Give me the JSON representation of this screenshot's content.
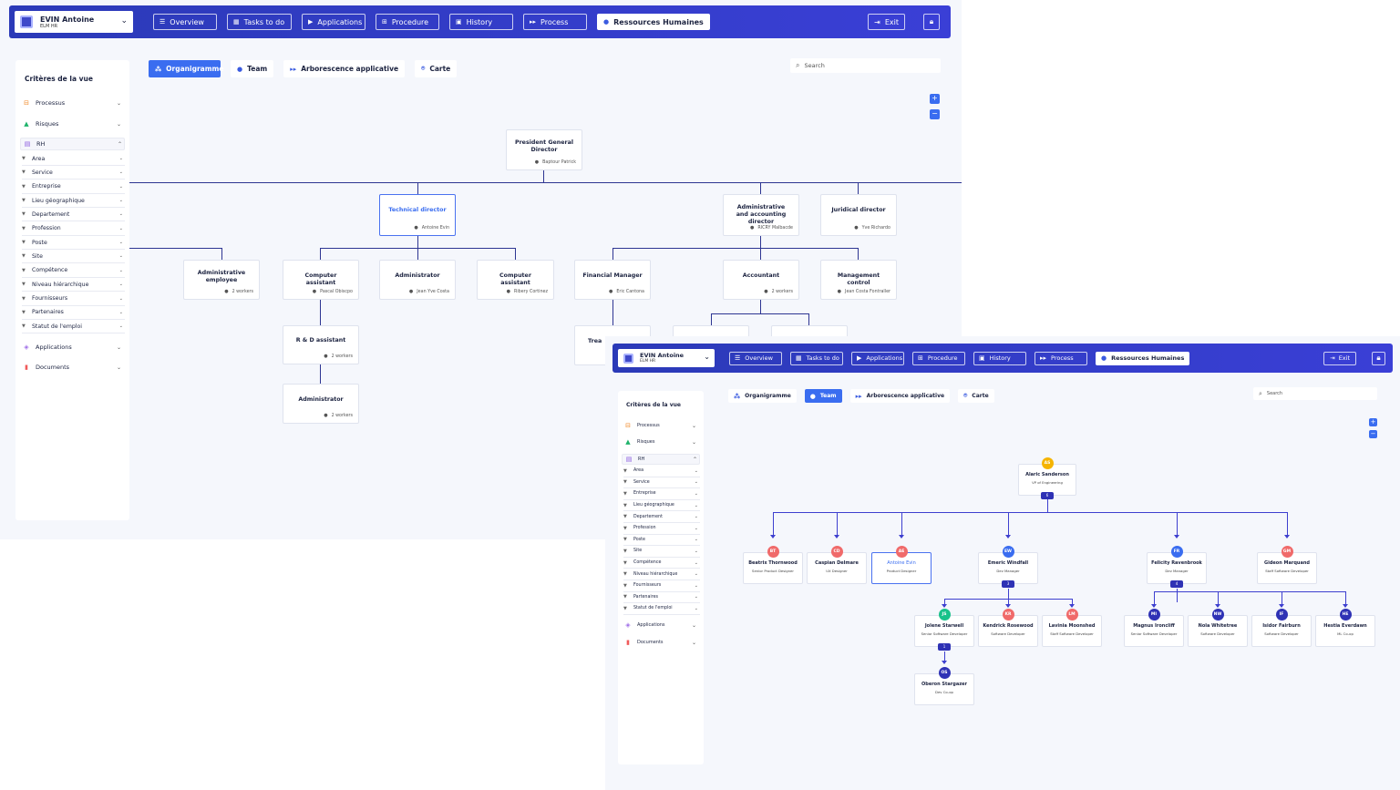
{
  "topbar": {
    "user_name": "EVIN Antoine",
    "user_org": "ELM HR",
    "nav": {
      "overview": "Overview",
      "tasks": "Tasks to do",
      "applications": "Applications",
      "procedure": "Procedure",
      "history": "History",
      "process": "Process",
      "rh": "Ressources Humaines"
    },
    "exit": "Exit"
  },
  "sidebar": {
    "title": "Critères de la vue",
    "processus": "Processus",
    "risques": "Risques",
    "rh": "RH",
    "filters": [
      "Area",
      "Service",
      "Entreprise",
      "Lieu géographique",
      "Departement",
      "Profession",
      "Poste",
      "Site",
      "Compétence",
      "Niveau hiérarchique",
      "Fournisseurs",
      "Partenaires",
      "Statut de l'emploi"
    ],
    "applications": "Applications",
    "documents": "Documents"
  },
  "tabs": {
    "organigramme": "Organigramme",
    "team": "Team",
    "arborescence": "Arborescence applicative",
    "carte": "Carte"
  },
  "search": {
    "placeholder": "Search"
  },
  "zoom": {
    "plus": "+",
    "minus": "−"
  },
  "org": {
    "president": {
      "title": "President General Director",
      "person": "Baptour Patrick"
    },
    "technical": {
      "title": "Technical director",
      "person": "Antoine Evin"
    },
    "admin_acc": {
      "title": "Administrative and accounting director",
      "person": "RICRY Malbacde"
    },
    "juridical": {
      "title": "Juridical director",
      "person": "Yve Richardo"
    },
    "admin_emp": {
      "title": "Administrative employee",
      "person": "2 workers"
    },
    "comp_asst1": {
      "title": "Computer assistant",
      "person": "Pascal Obiscpo"
    },
    "administrator1": {
      "title": "Administrator",
      "person": "Jean Yve Costa"
    },
    "comp_asst2": {
      "title": "Computer assistant",
      "person": "Ribery Cortinez"
    },
    "financial": {
      "title": "Financial Manager",
      "person": "Eric Cantona"
    },
    "accountant": {
      "title": "Accountant",
      "person": "2 workers"
    },
    "mgmt": {
      "title": "Management control",
      "person": "Jean Costa Fontraller"
    },
    "rd": {
      "title": "R & D assistant",
      "person": "2 workers"
    },
    "administrator2": {
      "title": "Administrator",
      "person": "2 workers"
    },
    "trea": {
      "title": "Trea"
    }
  },
  "team": {
    "root": {
      "initials": "AS",
      "name": "Alaric Sanderson",
      "role": "VP of Engineering",
      "count": "6",
      "color": "#f5b400"
    },
    "l1": [
      {
        "initials": "BT",
        "name": "Beatrix Thornwood",
        "role": "Senior Product Designer",
        "color": "#f06a6a"
      },
      {
        "initials": "CD",
        "name": "Caspian Delmare",
        "role": "UX Designer",
        "color": "#f06a6a"
      },
      {
        "initials": "AE",
        "name": "Antoine Evin",
        "role": "Product Designer",
        "color": "#f06a6a"
      },
      {
        "initials": "EW",
        "name": "Emeric Windfall",
        "role": "Dev Manager",
        "count": "3",
        "color": "#3a6df0"
      },
      {
        "initials": "FR",
        "name": "Felicity Ravenbrook",
        "role": "Dev Manager",
        "count": "4",
        "color": "#3a6df0"
      },
      {
        "initials": "GM",
        "name": "Gideon Marquand",
        "role": "Staff Software Developer",
        "color": "#f06a6a"
      }
    ],
    "l2a": [
      {
        "initials": "JS",
        "name": "Jolene Starwell",
        "role": "Senior Software Developer",
        "count": "1",
        "color": "#19c28a"
      },
      {
        "initials": "KR",
        "name": "Kendrick Rosewood",
        "role": "Software Developer",
        "color": "#f06a6a"
      },
      {
        "initials": "LM",
        "name": "Lavinia Moonshed",
        "role": "Staff Software Developer",
        "color": "#f06a6a"
      }
    ],
    "l2b": [
      {
        "initials": "MI",
        "name": "Magnus Ironcliff",
        "role": "Senior Software Developer",
        "color": "#2f32b5"
      },
      {
        "initials": "NW",
        "name": "Nola Whitetree",
        "role": "Software Developer",
        "color": "#2f32b5"
      },
      {
        "initials": "IF",
        "name": "Isidor Fairburn",
        "role": "Software Developer",
        "color": "#2f32b5"
      },
      {
        "initials": "HE",
        "name": "Hestia Everdawn",
        "role": "ML Co-op",
        "color": "#2f32b5"
      }
    ],
    "l3": {
      "initials": "OS",
      "name": "Oberon Stargazer",
      "role": "Dev Co-op",
      "color": "#2f32b5"
    }
  },
  "colors": {
    "accent": "#3a6df0",
    "topbar": "#2b3ab8",
    "line": "#2d3592"
  }
}
